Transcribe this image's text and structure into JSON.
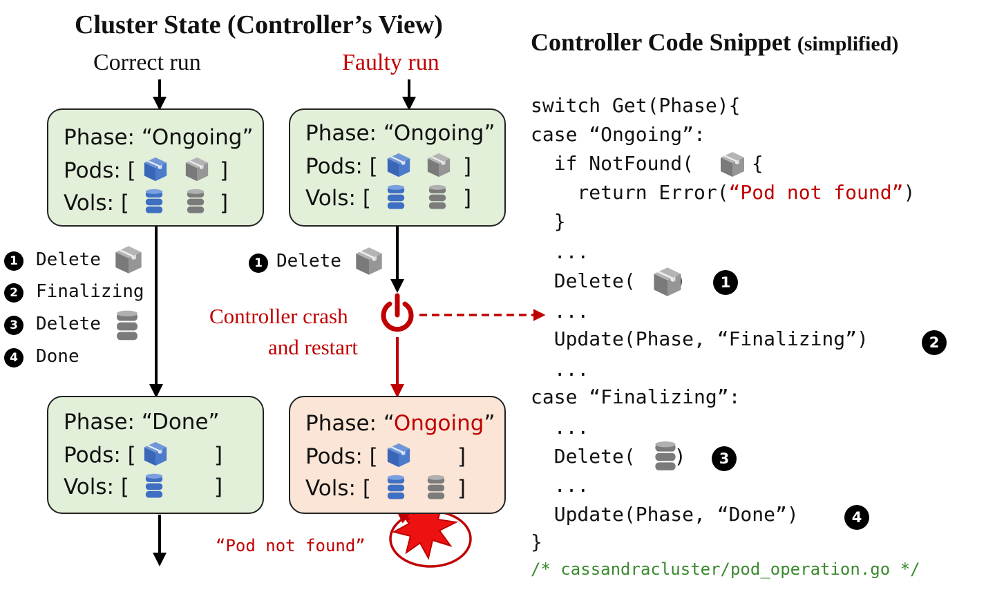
{
  "left_title": "Cluster State (Controller’s View)",
  "right_title": {
    "main": "Controller Code Snippet",
    "sub": "(simplified)"
  },
  "runs": {
    "correct": "Correct run",
    "faulty": "Faulty run"
  },
  "states": {
    "correct_before": {
      "phase_prefix": "Phase: “Ongoing”",
      "pods_label": "Pods: [",
      "vols_label": "Vols:  [",
      "close": "]"
    },
    "faulty_before": {
      "phase_prefix": "Phase: “Ongoing”",
      "pods_label": "Pods: [",
      "vols_label": "Vols:  [",
      "close": "]"
    },
    "correct_after": {
      "phase_prefix": "Phase: “Done”",
      "pods_label": "Pods: [",
      "vols_label": "Vols:  [",
      "close": "]"
    },
    "faulty_after": {
      "phase_prefix": "Phase: “",
      "phase_value": "Ongoing",
      "phase_suffix": "”",
      "pods_label": "Pods: [",
      "vols_label": "Vols:  [",
      "close": "]"
    }
  },
  "steps_correct": [
    {
      "num": "1",
      "label": "Delete"
    },
    {
      "num": "2",
      "label": "Finalizing"
    },
    {
      "num": "3",
      "label": "Delete"
    },
    {
      "num": "4",
      "label": "Done"
    }
  ],
  "steps_faulty": [
    {
      "num": "1",
      "label": "Delete"
    }
  ],
  "crash": {
    "line1": "Controller crash",
    "line2": "and restart"
  },
  "error_label": "“Pod not found”",
  "code": {
    "l1": "switch Get(Phase){",
    "l2": "case “Ongoing”:",
    "l3a": "  if NotFound(",
    "l3b": ") {",
    "l4a": "    return Error(",
    "l4b": "“Pod not found”",
    "l4c": ")",
    "l5": "  }",
    "l6": "  ...",
    "l7a": "  Delete(",
    "l7b": ")",
    "l8": "  ...",
    "l9": "  Update(Phase, “Finalizing”)",
    "l10": "  ...",
    "l11": "case “Finalizing”:",
    "l12": "  ...",
    "l13a": "  Delete(",
    "l13b": ")",
    "l14": "  ...",
    "l15": "  Update(Phase, “Done”)",
    "l16": "}",
    "comment": "/* cassandracluster/pod_operation.go */"
  },
  "badges": {
    "b1": "1",
    "b2": "2",
    "b3": "3",
    "b4": "4"
  },
  "colors": {
    "green_box": "#e2efd9",
    "salmon_box": "#fbe5d6",
    "accent_red": "#c00000",
    "pod_blue": "#4472c4",
    "pod_gray": "#8c8c8c",
    "comment_green": "#3a8a2e"
  },
  "icons": [
    "pod-cube-icon",
    "volume-database-icon",
    "power-icon",
    "explosion-icon"
  ]
}
